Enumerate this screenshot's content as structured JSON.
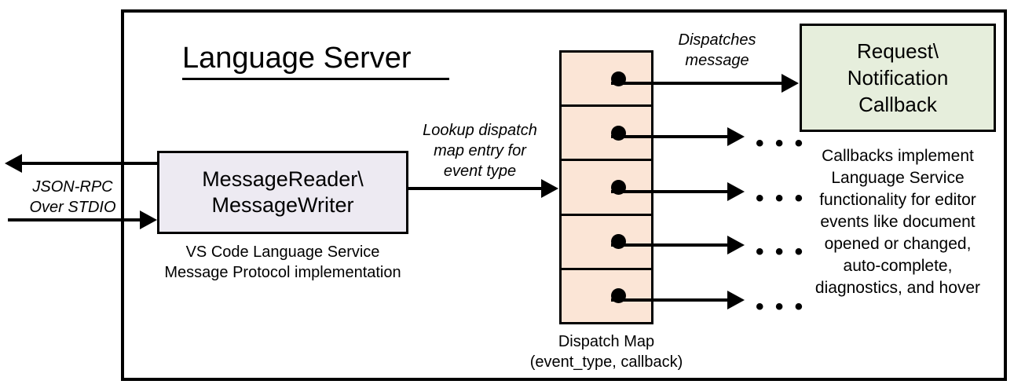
{
  "diagram": {
    "title": "Language Server",
    "frame_label": "language-server-boundary",
    "colors": {
      "reader_box_fill": "#EDEAF2",
      "dispatch_row_fill": "#FBE5D6",
      "callback_box_fill": "#E6EEDC",
      "stroke": "#000000",
      "background": "#FFFFFF"
    }
  },
  "external": {
    "transport_label_line1": "JSON-RPC",
    "transport_label_line2": "Over STDIO",
    "outbound_arrow": "arrow-left-out",
    "inbound_arrow": "arrow-right-in"
  },
  "reader": {
    "box_line1": "MessageReader\\",
    "box_line2": "MessageWriter",
    "caption_line1": "VS Code Language Service",
    "caption_line2": "Message Protocol implementation"
  },
  "lookup": {
    "annotation_line1": "Lookup dispatch",
    "annotation_line2": "map entry for",
    "annotation_line3": "event type"
  },
  "dispatch_map": {
    "caption_line1": "Dispatch Map",
    "caption_line2": "(event_type, callback)",
    "row_count": 5,
    "rows": [
      {
        "index": 1,
        "dot": "callback-dot",
        "target": "Request\\Notification Callback"
      },
      {
        "index": 2,
        "dot": "callback-dot",
        "target": "..."
      },
      {
        "index": 3,
        "dot": "callback-dot",
        "target": "..."
      },
      {
        "index": 4,
        "dot": "callback-dot",
        "target": "..."
      },
      {
        "index": 5,
        "dot": "callback-dot",
        "target": "..."
      }
    ],
    "ellipsis": "• • •"
  },
  "dispatch": {
    "annotation_line1": "Dispatches",
    "annotation_line2": "message"
  },
  "callback": {
    "box_line1": "Request\\",
    "box_line2": "Notification",
    "box_line3": "Callback",
    "description_line1": "Callbacks implement",
    "description_line2": "Language Service",
    "description_line3": "functionality for editor",
    "description_line4": "events like document",
    "description_line5": "opened or changed,",
    "description_line6": "auto-complete,",
    "description_line7": "diagnostics, and hover"
  }
}
